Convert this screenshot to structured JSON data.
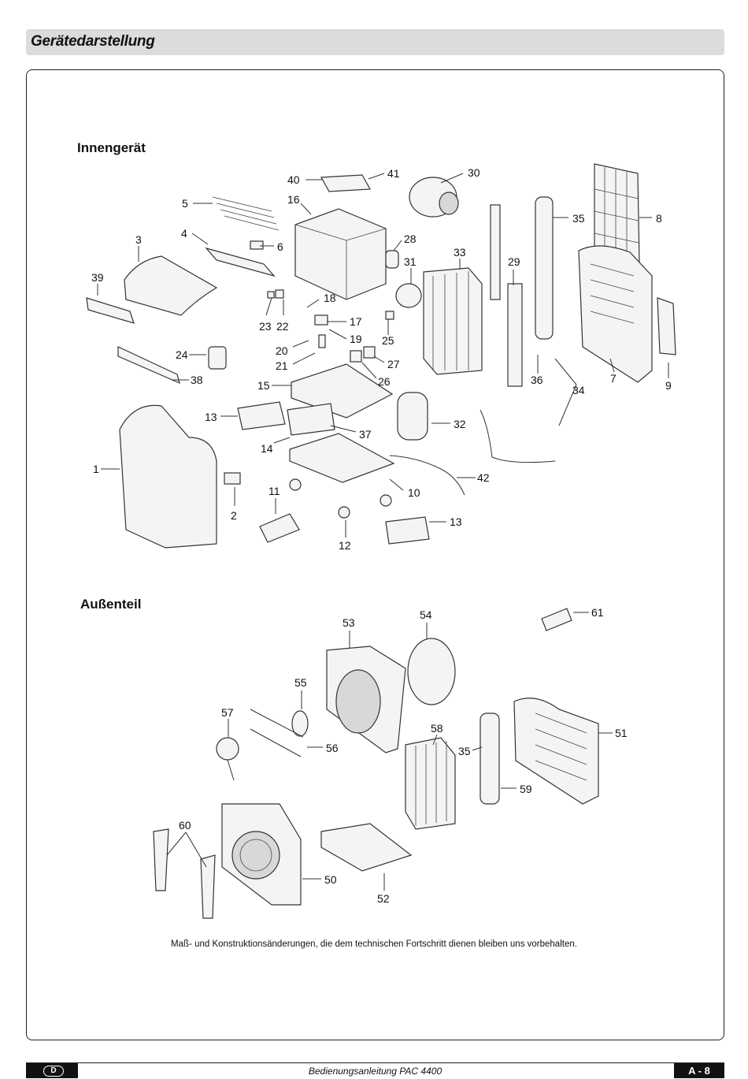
{
  "header": {
    "title": "Gerätedarstellung"
  },
  "sections": {
    "indoor": "Innengerät",
    "outdoor": "Außenteil"
  },
  "note": "Maß- und Konstruktionsänderungen, die dem technischen Fortschritt dienen bleiben uns vorbehalten.",
  "footer": {
    "lang": "D",
    "manual": "Bedienungsanleitung PAC 4400",
    "page": "A - 8"
  },
  "callouts": {
    "indoor": [
      "40",
      "41",
      "30",
      "5",
      "16",
      "35",
      "8",
      "4",
      "28",
      "3",
      "6",
      "33",
      "31",
      "29",
      "39",
      "18",
      "17",
      "23",
      "22",
      "19",
      "25",
      "20",
      "24",
      "21",
      "27",
      "26",
      "36",
      "7",
      "9",
      "34",
      "38",
      "15",
      "13",
      "37",
      "32",
      "14",
      "1",
      "42",
      "11",
      "10",
      "2",
      "13",
      "12"
    ],
    "outdoor": [
      "61",
      "53",
      "54",
      "55",
      "57",
      "58",
      "51",
      "56",
      "35",
      "59",
      "60",
      "50",
      "52"
    ]
  }
}
